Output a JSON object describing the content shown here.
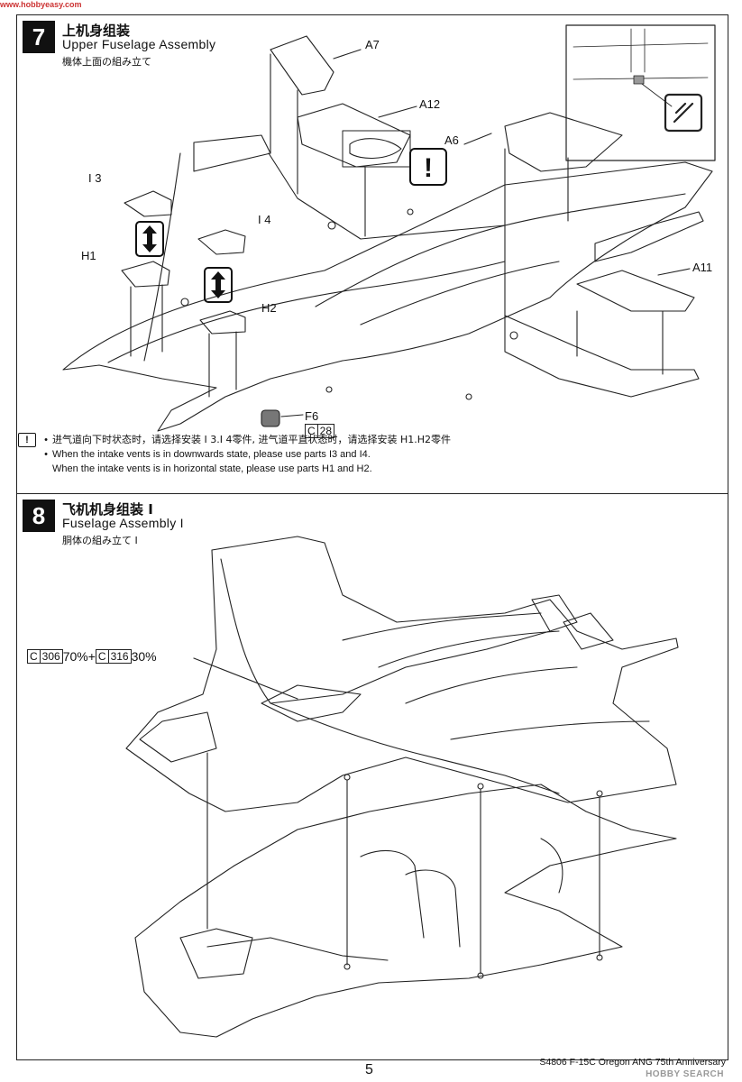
{
  "watermark_top": "www.hobbyeasy.com",
  "step7": {
    "number": "7",
    "title_cn": "上机身组装",
    "title_en": "Upper Fuselage Assembly",
    "title_jp": "機体上面の組み立て",
    "parts": {
      "a7": "A7",
      "a12": "A12",
      "a6": "A6",
      "a11": "A11",
      "i3": "I 3",
      "i4": "I 4",
      "h1": "H1",
      "h2": "H2",
      "f6": "F6"
    },
    "paint_ref": {
      "letter": "C",
      "number": "28"
    },
    "warning_symbol": "!",
    "notes": {
      "cn": "进气道向下时状态时，请选择安装 I 3.I 4零件, 进气道平直状态时，请选择安装 H1.H2零件",
      "en1": "When the intake vents is in downwards state, please use parts I3 and I4.",
      "en2": "When the intake vents is in horizontal state, please use parts H1 and H2."
    }
  },
  "step8": {
    "number": "8",
    "title_cn": "飞机机身组装 I",
    "title_en": "Fuselage Assembly I",
    "title_jp": "胴体の組み立て I",
    "paint_mix": {
      "c1_letter": "C",
      "c1_number": "306",
      "c1_pct": "70%+",
      "c2_letter": "C",
      "c2_number": "316",
      "c2_pct": "30%"
    }
  },
  "page_number": "5",
  "footer": "S4806 F-15C Oregon ANG 75th Anniversary",
  "watermark_bottom": "HOBBY SEARCH"
}
